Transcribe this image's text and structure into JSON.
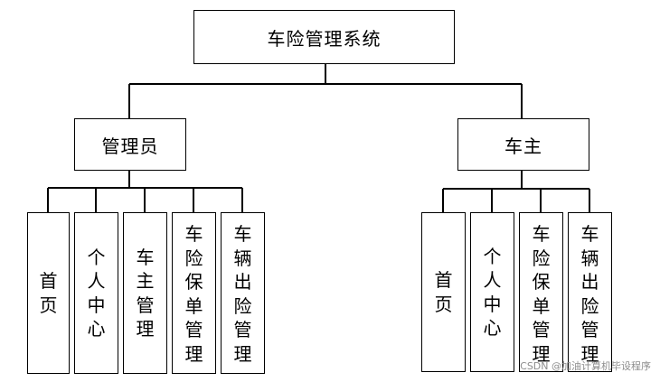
{
  "root": {
    "label": "车险管理系统"
  },
  "branches": [
    {
      "label": "管理员",
      "children": [
        "首页",
        "个人中心",
        "车主管理",
        "车险保单管理",
        "车辆出险管理"
      ]
    },
    {
      "label": "车主",
      "children": [
        "首页",
        "个人中心",
        "车险保单管理",
        "车辆出险管理"
      ]
    }
  ],
  "watermark": "CSDN @加油计算机毕设程序",
  "colors": {
    "line": "#000000",
    "box_border": "#000000",
    "background": "#ffffff",
    "watermark": "#8c8c8c"
  }
}
